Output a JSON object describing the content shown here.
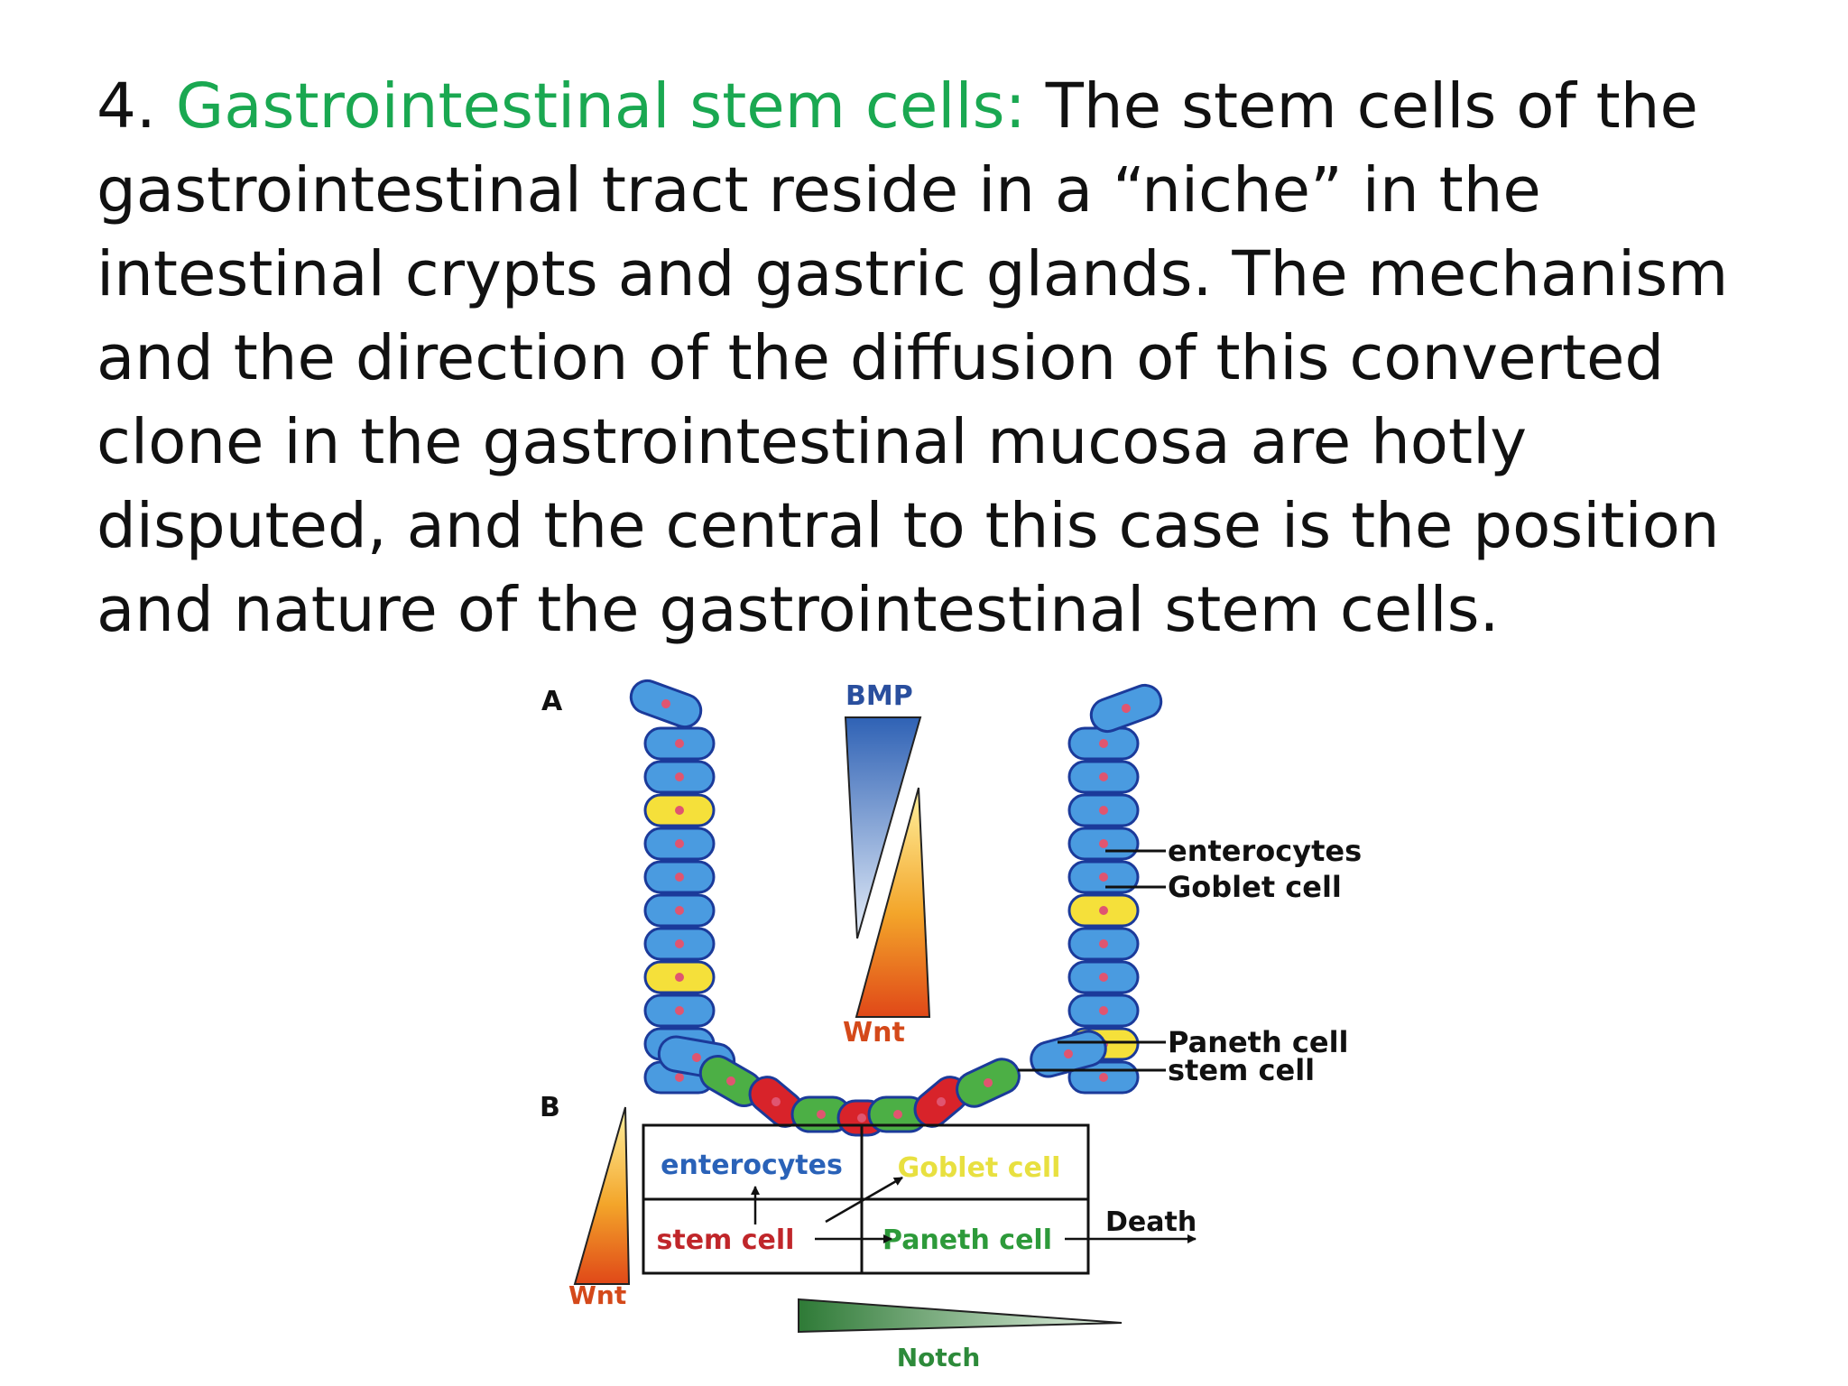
{
  "slide": {
    "number": "4.",
    "heading": "Gastrointestinal stem cells:",
    "lines": [
      "The stem cells of the",
      "gastrointestinal tract reside in a “niche” in the",
      "intestinal crypts and gastric glands. The mechanism",
      "and the direction of the diffusion of this converted",
      "clone in the gastrointestinal mucosa are hotly",
      "disputed, and the central to this case is the position",
      "and nature of the gastrointestinal stem cells."
    ]
  },
  "figure": {
    "panel_a": {
      "label": "A",
      "bmp_label": "BMP",
      "wnt_label": "Wnt",
      "callouts": {
        "enterocytes": "enterocytes",
        "goblet": "Goblet cell",
        "paneth": "Paneth cell",
        "stem": "stem cell"
      }
    },
    "panel_b": {
      "label": "B",
      "wnt_label": "Wnt",
      "cells": {
        "enterocytes": "enterocytes",
        "goblet": "Goblet cell",
        "stem": "stem cell",
        "paneth": "Paneth cell"
      },
      "death_label": "Death",
      "notch_label": "Notch"
    },
    "colors": {
      "enterocyte": "#4a9be0",
      "goblet": "#f5e03a",
      "paneth": "#d8232a",
      "stem": "#4caf45",
      "outline": "#1b3a9a",
      "nucleus": "#e05570",
      "heading_green": "#1aa851",
      "label_blue": "#2a62b8",
      "label_red": "#c0262a",
      "label_green": "#2d9a3a",
      "label_yellow": "#e8e040"
    }
  }
}
